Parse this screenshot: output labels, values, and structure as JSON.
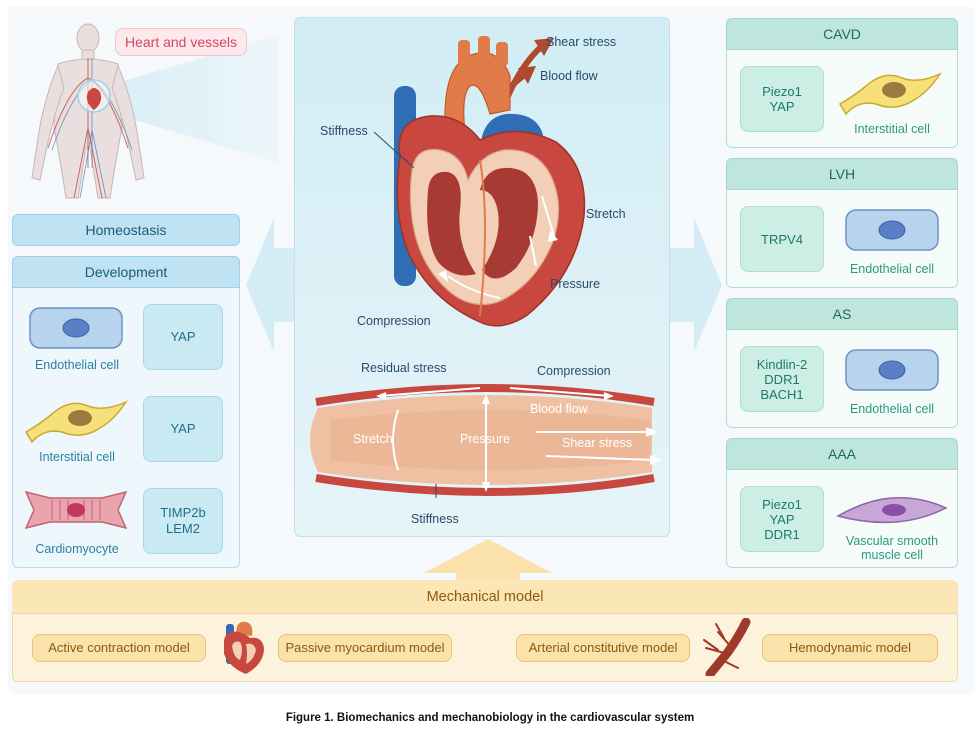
{
  "left": {
    "callout": "Heart and vessels",
    "homeostasis": "Homeostasis",
    "development": {
      "title": "Development",
      "rows": [
        {
          "cell": "Endothelial cell",
          "genes": "YAP"
        },
        {
          "cell": "Interstitial cell",
          "genes": "YAP"
        },
        {
          "cell": "Cardiomyocyte",
          "genes": "TIMP2b\nLEM2"
        }
      ]
    }
  },
  "center": {
    "heart": {
      "shear_stress": "Shear stress",
      "blood_flow": "Blood flow",
      "stiffness": "Stiffness",
      "stretch": "Stretch",
      "pressure": "Pressure",
      "compression": "Compression"
    },
    "vessel": {
      "residual_stress": "Residual stress",
      "compression": "Compression",
      "blood_flow": "Blood flow",
      "stretch": "Stretch",
      "pressure": "Pressure",
      "shear_stress": "Shear stress",
      "stiffness": "Stiffness"
    }
  },
  "right": {
    "diseases": [
      {
        "title": "CAVD",
        "genes": "Piezo1\nYAP",
        "cell": "Interstitial cell"
      },
      {
        "title": "LVH",
        "genes": "TRPV4",
        "cell": "Endothelial cell"
      },
      {
        "title": "AS",
        "genes": "Kindlin-2\nDDR1\nBACH1",
        "cell": "Endothelial cell"
      },
      {
        "title": "AAA",
        "genes": "Piezo1\nYAP\nDDR1",
        "cell": "Vascular smooth\nmuscle cell"
      }
    ]
  },
  "mechanical": {
    "title": "Mechanical model",
    "models": [
      "Active contraction model",
      "Passive myocardium model",
      "Arterial constitutive model",
      "Hemodynamic model"
    ]
  },
  "caption": "Figure 1.  Biomechanics and mechanobiology in the cardiovascular system",
  "colors": {
    "blue_header": "#bfe3f3",
    "mint_header": "#bfe6dc",
    "yellow_header": "#fbe6b6",
    "heart_red": "#c8473e",
    "vessel_blue": "#2f6db5"
  }
}
